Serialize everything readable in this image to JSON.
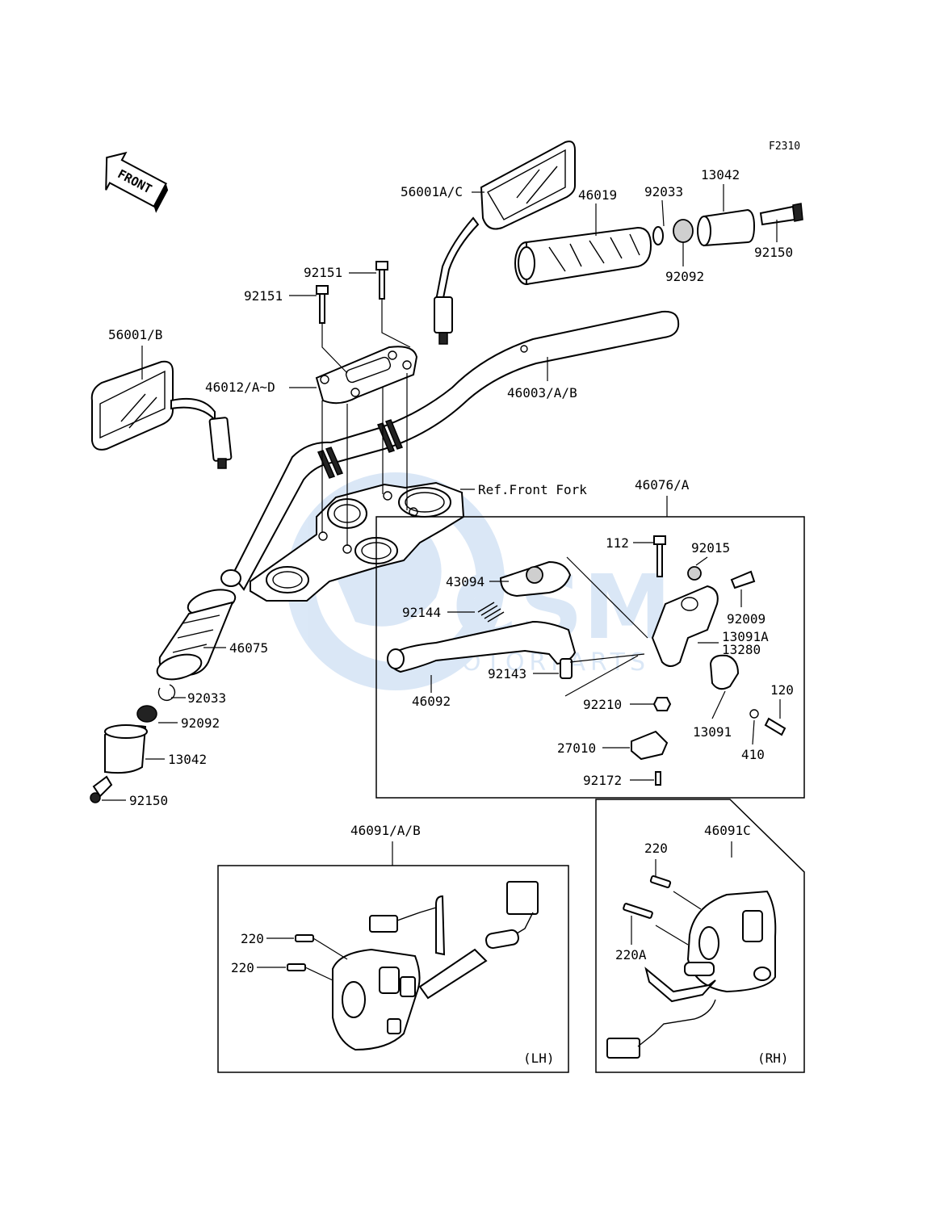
{
  "figure_code": "F2310",
  "front_arrow_label": "FRONT",
  "watermark": {
    "brand": "CSM",
    "sub": "MOTORPARTS"
  },
  "callouts": {
    "p56001ac": "56001A/C",
    "p46019": "46019",
    "p92033_top": "92033",
    "p13042_top": "13042",
    "p92150_top": "92150",
    "p92092_top": "92092",
    "p92151_a": "92151",
    "p92151_b": "92151",
    "p56001b": "56001/B",
    "p46012": "46012/A~D",
    "p46003": "46003/A/B",
    "ref_front_fork": "Ref.Front Fork",
    "p46075": "46075",
    "p92033_bot": "92033",
    "p92092_bot": "92092",
    "p13042_bot": "13042",
    "p92150_bot": "92150"
  },
  "lever_box": {
    "label": "46076/A",
    "parts": {
      "p112": "112",
      "p92015": "92015",
      "p43094": "43094",
      "p92009": "92009",
      "p92144": "92144",
      "p13091a": "13091A",
      "p13280": "13280",
      "p92143": "92143",
      "p120": "120",
      "p46092": "46092",
      "p92210": "92210",
      "p13091": "13091",
      "p410": "410",
      "p27010": "27010",
      "p92172": "92172"
    }
  },
  "lh_box": {
    "label": "46091/A/B",
    "side": "(LH)",
    "screw_a": "220",
    "screw_b": "220"
  },
  "rh_box": {
    "label": "46091C",
    "side": "(RH)",
    "screw_a": "220",
    "screw_b": "220A"
  }
}
